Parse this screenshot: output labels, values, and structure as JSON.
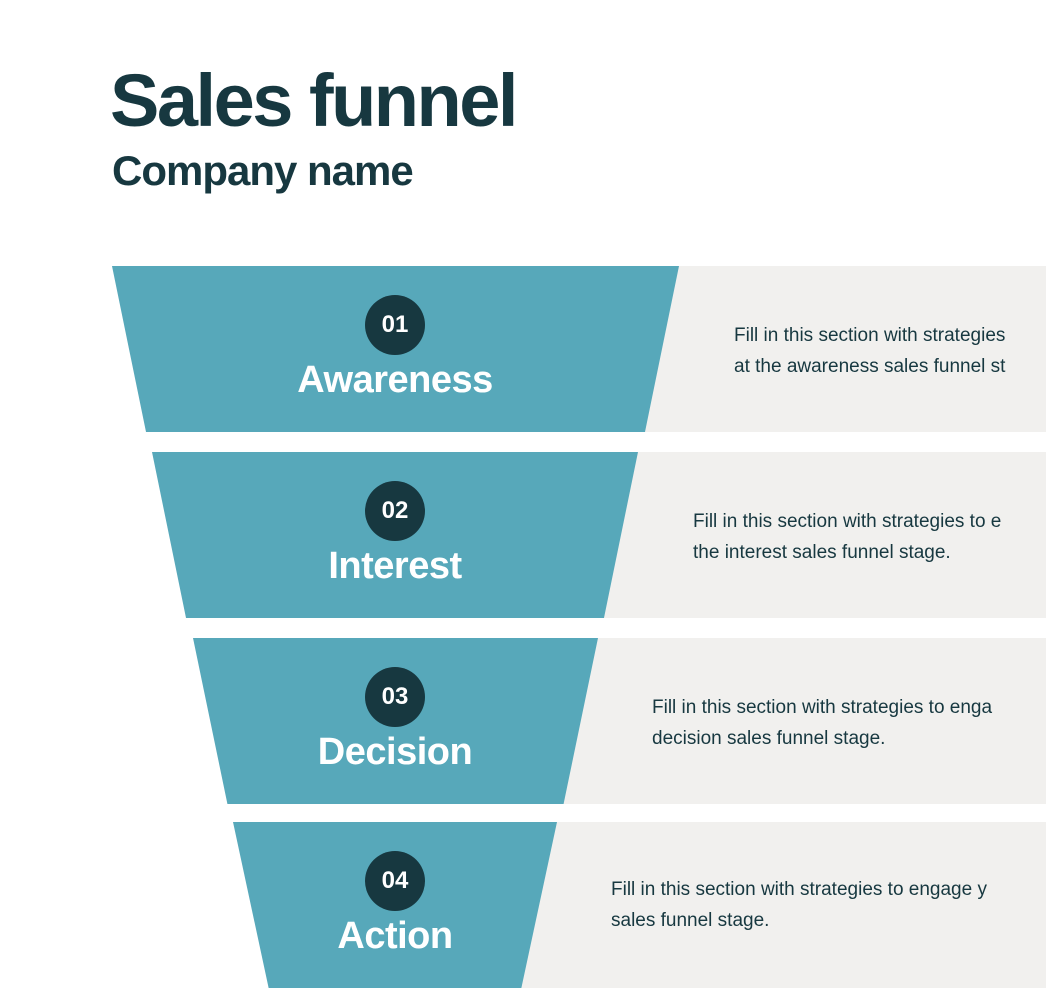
{
  "title": "Sales funnel",
  "subtitle": "Company name",
  "colors": {
    "funnel": "#57a8ba",
    "panel": "#f1f0ee",
    "dark": "#173840",
    "label": "#ffffff"
  },
  "stages": [
    {
      "number": "01",
      "label": "Awareness",
      "line1": "Fill in this section with strategies",
      "line2": "at the awareness sales funnel st"
    },
    {
      "number": "02",
      "label": "Interest",
      "line1": "Fill in this section with strategies to e",
      "line2": "the interest sales funnel stage."
    },
    {
      "number": "03",
      "label": "Decision",
      "line1": "Fill in this section with strategies to enga",
      "line2": "decision sales funnel stage."
    },
    {
      "number": "04",
      "label": "Action",
      "line1": "Fill in this section with strategies to engage y",
      "line2": "sales funnel stage."
    }
  ]
}
